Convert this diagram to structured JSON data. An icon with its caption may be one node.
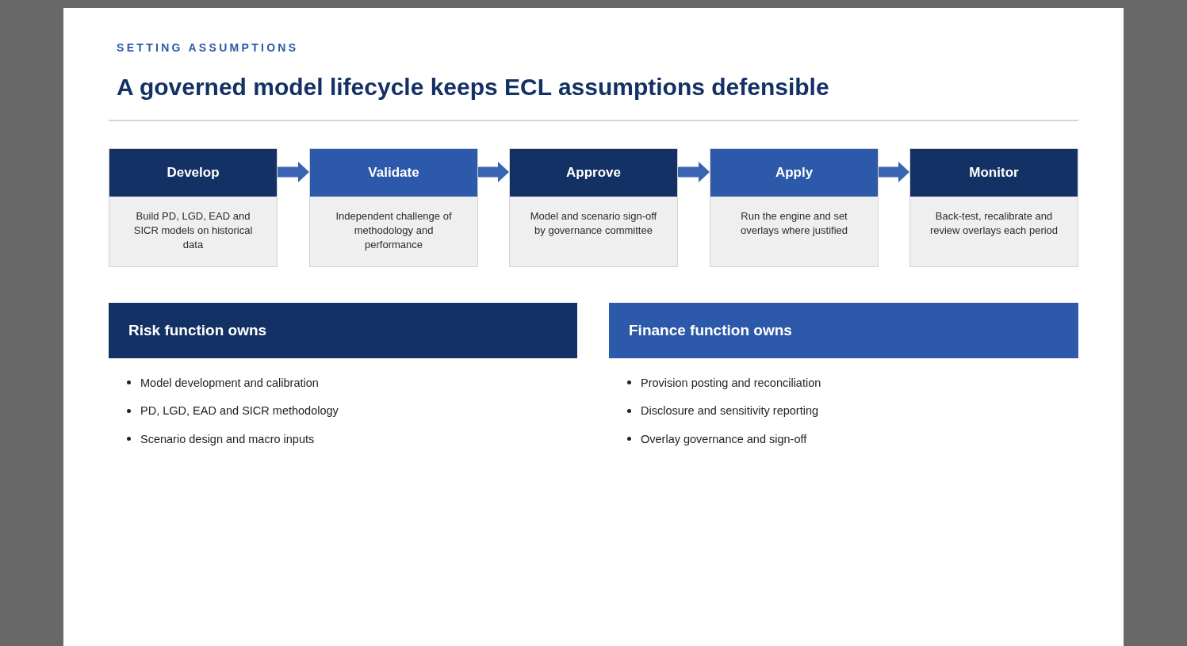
{
  "diagram": {
    "title": "A governed model lifecycle keeps ECL assumptions defensible",
    "nodes": [
      {
        "text": [
          "Develop",
          "Build PD, LGD, EAD and SICR models on historical data"
        ]
      },
      {
        "text": [
          "Validate",
          "Independent challenge of methodology and performance"
        ]
      },
      {
        "text": [
          "Approve",
          "Model and scenario sign-off by governance committee"
        ]
      },
      {
        "text": [
          "Apply",
          "Run the engine and set overlays where justified"
        ]
      },
      {
        "text": [
          "Monitor",
          "Back-test, recalibrate and review overlays each period"
        ]
      },
      {
        "text": [
          "Risk function owns"
        ],
        "beside": [
          "Model development and calibration",
          "PD, LGD, EAD and SICR methodology",
          "Scenario design and macro inputs"
        ]
      },
      {
        "text": [
          "Finance function owns"
        ],
        "beside": [
          "Provision posting and reconciliation",
          "Disclosure and sensitivity reporting",
          "Overlay governance and sign-off"
        ]
      }
    ],
    "edges": [
      {
        "from": 0,
        "to": 1,
        "arrow": "to"
      },
      {
        "from": 1,
        "to": 2,
        "arrow": "to"
      },
      {
        "from": 2,
        "to": 3,
        "arrow": "to"
      },
      {
        "from": 3,
        "to": 4,
        "arrow": "to"
      }
    ],
    "labels": [
      "SETTING ASSUMPTIONS"
    ]
  }
}
